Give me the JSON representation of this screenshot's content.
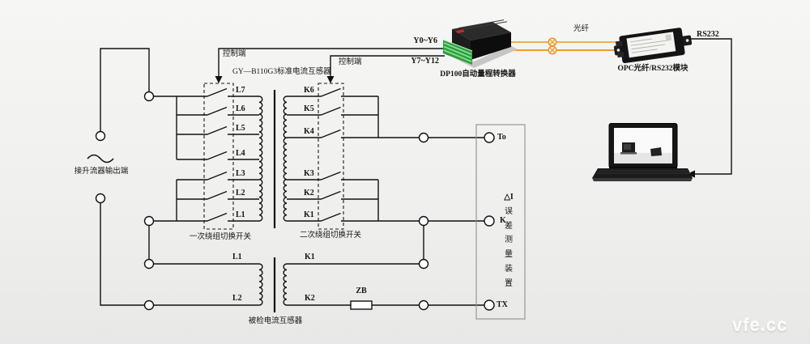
{
  "watermark": "vfe.cc",
  "source": {
    "label": "接升流器输出端"
  },
  "controls": {
    "primary": "控制端",
    "secondary": "控制端"
  },
  "standard_ct": {
    "name": "GY—B110G3标准电流互感器",
    "primary_taps": [
      "L7",
      "L6",
      "L5",
      "L4",
      "L3",
      "L2",
      "L1"
    ],
    "secondary_taps": [
      "K6",
      "K5",
      "K4",
      "K3",
      "K2",
      "K1"
    ],
    "primary_switch": "一次绕组切换开关",
    "secondary_switch": "二次绕组切换开关"
  },
  "tested_ct": {
    "name": "被检电流互感器",
    "primary_taps": [
      "L1",
      "L2"
    ],
    "secondary_taps": [
      "K1",
      "K2"
    ],
    "burden": "ZB"
  },
  "dp100": {
    "name": "DP100自动量程转换器",
    "bus_top": "Y0~Y6",
    "bus_bottom": "Y7~Y12"
  },
  "fiber": {
    "label": "光纤"
  },
  "opc": {
    "name": "OPC光纤/RS232模块",
    "link": "RS232"
  },
  "error_device": {
    "symbol": "△I",
    "title_chars": [
      "误",
      "差",
      "测",
      "量",
      "装",
      "置"
    ],
    "terminals": {
      "to": "To",
      "k": "K",
      "tx": "TX"
    }
  },
  "colors": {
    "wire": "#111111",
    "fiber_light": "#f3a33b",
    "fiber_dark": "#ec8d1c",
    "terminal_green": "#35a845",
    "logo_red": "#c8252c"
  }
}
